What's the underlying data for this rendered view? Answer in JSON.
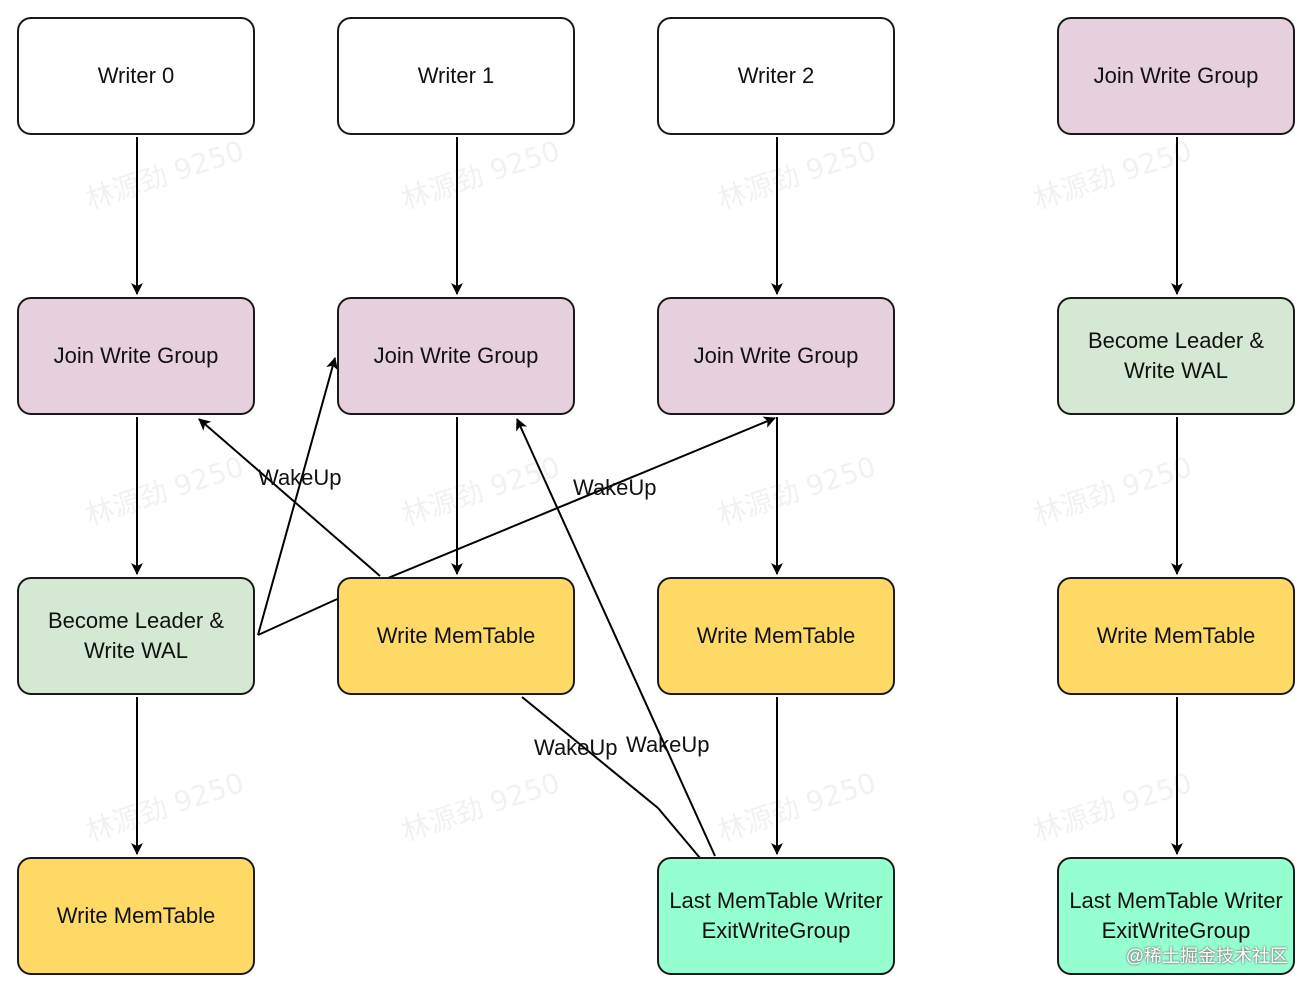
{
  "nodes": {
    "writer0": "Writer 0",
    "writer1": "Writer 1",
    "writer2": "Writer 2",
    "c4_join": "Join Write Group",
    "c1_join": "Join Write Group",
    "c2_join": "Join Write Group",
    "c3_join": "Join Write Group",
    "c4_leader": "Become Leader &\nWrite WAL",
    "c1_leader": "Become Leader &\nWrite WAL",
    "c2_memtable": "Write MemTable",
    "c3_memtable": "Write MemTable",
    "c4_memtable": "Write MemTable",
    "c1_memtable": "Write MemTable",
    "c3_last": "Last MemTable Writer\nExitWriteGroup",
    "c4_last": "Last MemTable Writer\nExitWriteGroup"
  },
  "edge_labels": {
    "wakeup_a": "WakeUp",
    "wakeup_b": "WakeUp",
    "wakeup_c": "WakeUp",
    "wakeup_d": "WakeUp"
  },
  "watermark": "林源劲 9250",
  "footer": "@稀土掘金技术社区",
  "colors": {
    "white": "#ffffff",
    "join": "#e6d0dd",
    "leader": "#d5e8d4",
    "memtable": "#ffd966",
    "last": "#96ffcf"
  }
}
